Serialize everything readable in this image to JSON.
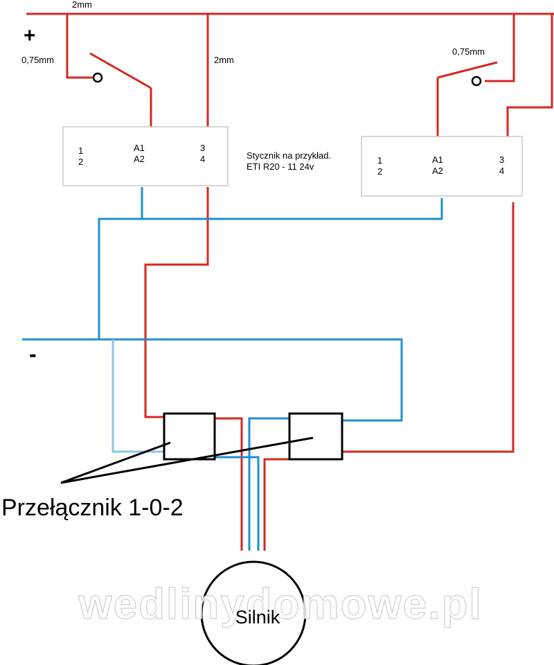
{
  "labels": {
    "wire_top": "2mm",
    "wire_mid": "2mm",
    "wire_left_switch": "0,75mm",
    "wire_right_switch": "0,75mm",
    "plus": "+",
    "minus": "-",
    "contactor_note_line1": "Stycznik na przykład.",
    "contactor_note_line2": "ETI R20 - 11 24v",
    "switch_caption": "Przełącznik 1-0-2",
    "motor": "Silnik",
    "watermark": "wedlinydomowe.pl"
  },
  "contactor_left": {
    "t1": "1",
    "t2": "2",
    "a1": "A1",
    "a2": "A2",
    "t3": "3",
    "t4": "4"
  },
  "contactor_right": {
    "t1": "1",
    "t2": "2",
    "a1": "A1",
    "a2": "A2",
    "t3": "3",
    "t4": "4"
  },
  "colors": {
    "positive_wire": "#d6271f",
    "negative_wire": "#1f8fcf",
    "light_blue_wire": "#8cc4e8",
    "outline": "#000000",
    "box_border": "#c8c8c8"
  }
}
